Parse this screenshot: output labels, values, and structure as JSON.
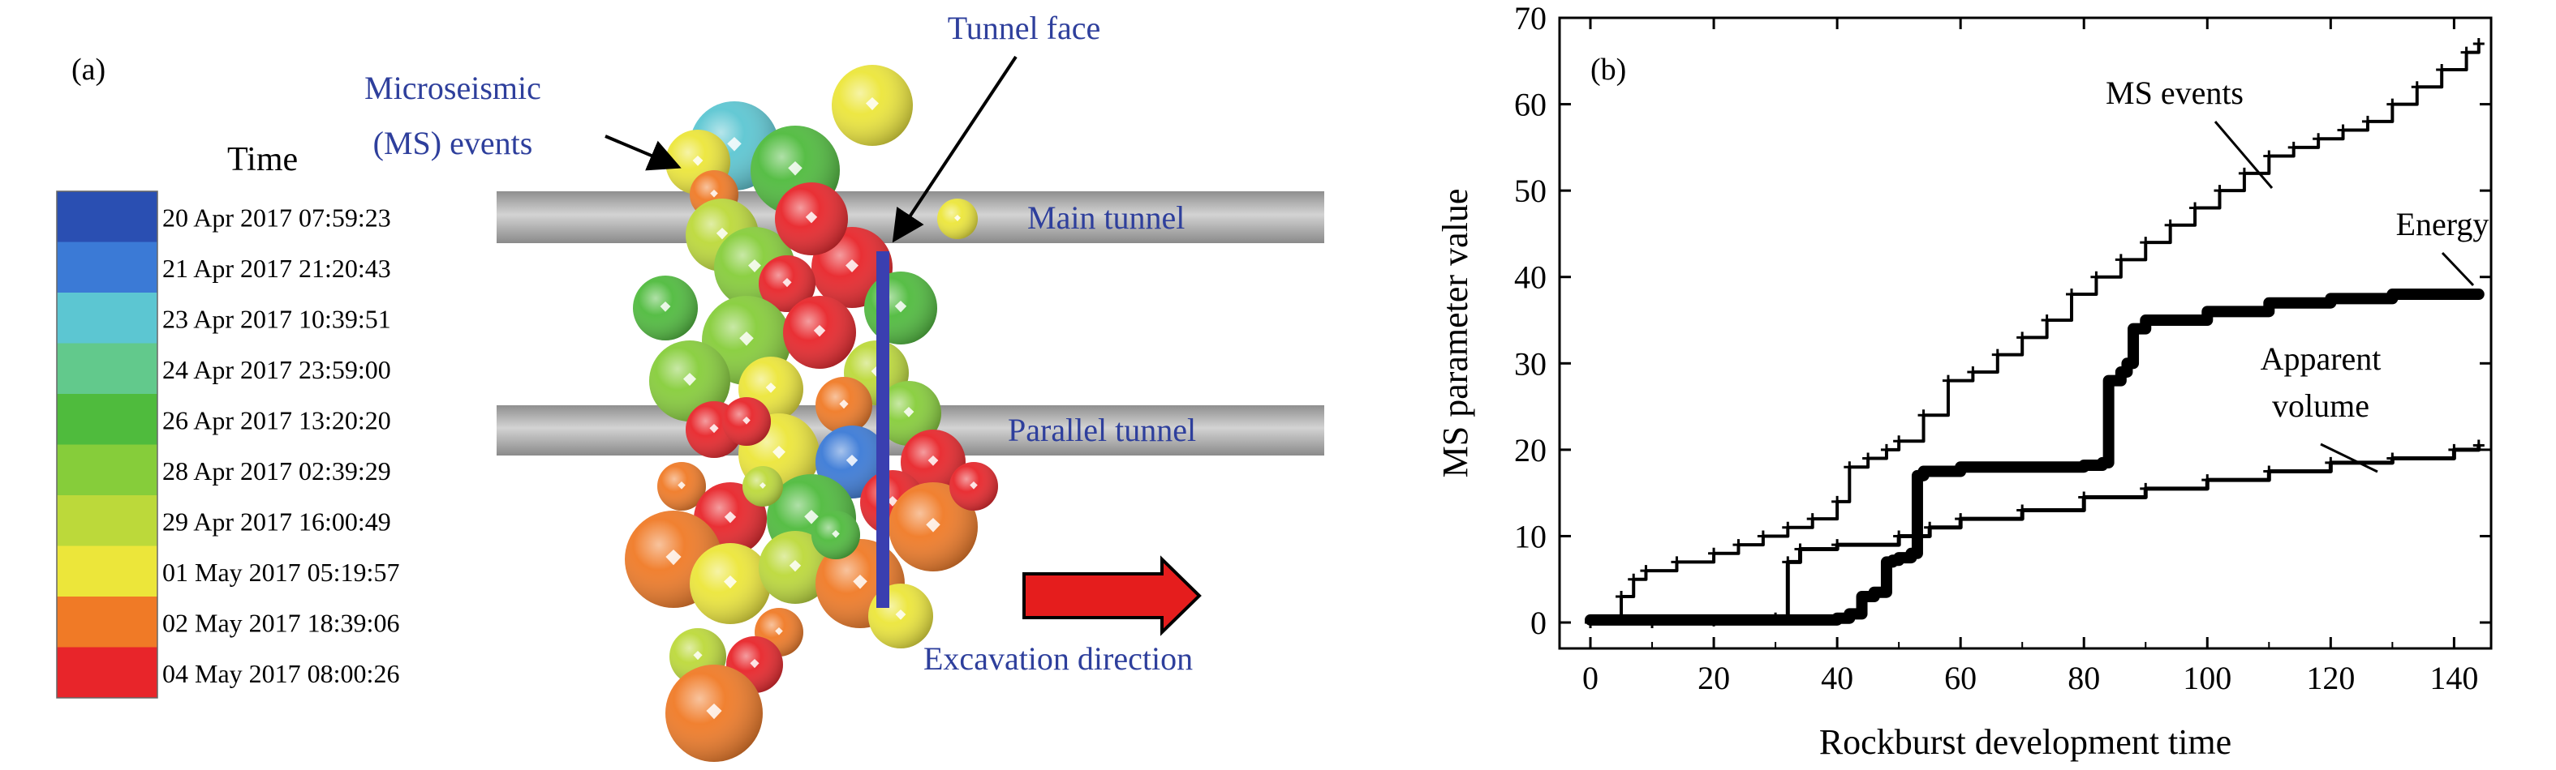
{
  "panel_a": {
    "label": "(a)",
    "legend_title": "Time",
    "legend": [
      {
        "label": "20 Apr 2017 07:59:23",
        "color": "#2a4fb2"
      },
      {
        "label": "21 Apr 2017 21:20:43",
        "color": "#3b7ad6"
      },
      {
        "label": "23 Apr 2017 10:39:51",
        "color": "#5cc6d2"
      },
      {
        "label": "24 Apr 2017 23:59:00",
        "color": "#62c98c"
      },
      {
        "label": "26 Apr 2017 13:20:20",
        "color": "#4fbb3d"
      },
      {
        "label": "28 Apr 2017 02:39:29",
        "color": "#86cd3a"
      },
      {
        "label": "29 Apr 2017 16:00:49",
        "color": "#bcd93a"
      },
      {
        "label": "01 May 2017 05:19:57",
        "color": "#ece63a"
      },
      {
        "label": "02 May 2017 18:39:06",
        "color": "#f07a26"
      },
      {
        "label": "04 May 2017 08:00:26",
        "color": "#e8252a"
      }
    ],
    "annotations": {
      "ms_events": [
        "Microseismic",
        "(MS) events"
      ],
      "tunnel_face": "Tunnel face",
      "main_tunnel": "Main tunnel",
      "parallel_tunnel": "Parallel tunnel",
      "excavation": "Excavation direction"
    },
    "colors": {
      "annotation_text": "#2e3f9c",
      "tunnel": "#a9a9a9",
      "face_line": "#3a3fb0",
      "arrow": "#e51d1d"
    }
  },
  "chart_data": {
    "type": "line",
    "panel_label": "(b)",
    "xlabel": "Rockburst development time",
    "ylabel": "MS parameter value",
    "xlim": [
      -5,
      146
    ],
    "ylim": [
      -3,
      70
    ],
    "xticks": [
      0,
      20,
      40,
      60,
      80,
      100,
      120,
      140
    ],
    "yticks": [
      0,
      10,
      20,
      30,
      40,
      50,
      60,
      70
    ],
    "grid": false,
    "series": [
      {
        "name": "MS events",
        "label_lines": [
          "MS events"
        ],
        "x": [
          0,
          5,
          7,
          9,
          14,
          20,
          24,
          28,
          32,
          36,
          40,
          42,
          45,
          48,
          50,
          54,
          58,
          62,
          66,
          70,
          74,
          78,
          82,
          86,
          90,
          94,
          98,
          102,
          106,
          110,
          114,
          118,
          122,
          126,
          130,
          134,
          138,
          142,
          144
        ],
        "y": [
          0,
          3,
          5,
          6,
          7,
          8,
          9,
          10,
          11,
          12,
          14,
          18,
          19,
          20,
          21,
          24,
          28,
          29,
          31,
          33,
          35,
          38,
          40,
          42,
          44,
          46,
          48,
          50,
          52,
          54,
          55,
          56,
          57,
          58,
          60,
          62,
          64,
          66,
          67
        ]
      },
      {
        "name": "Energy",
        "label_lines": [
          "Energy"
        ],
        "x": [
          0,
          10,
          20,
          30,
          40,
          42,
          44,
          46,
          48,
          49,
          50,
          52,
          53,
          54,
          60,
          70,
          80,
          83,
          84,
          86,
          87,
          88,
          90,
          100,
          110,
          120,
          130,
          140,
          144
        ],
        "y": [
          0.3,
          0.3,
          0.3,
          0.3,
          0.5,
          1,
          3,
          3.5,
          7,
          7.2,
          7.5,
          8,
          17,
          17.5,
          18,
          18,
          18.2,
          18.5,
          28,
          29,
          30,
          34,
          35,
          36,
          37,
          37.5,
          38,
          38,
          38
        ]
      },
      {
        "name": "Apparent volume",
        "label_lines": [
          "Apparent",
          "volume"
        ],
        "x": [
          0,
          10,
          20,
          30,
          32,
          34,
          40,
          50,
          55,
          60,
          70,
          80,
          90,
          100,
          110,
          120,
          130,
          140,
          144
        ],
        "y": [
          0,
          0,
          0.2,
          0.5,
          7,
          8.5,
          9,
          10,
          11,
          12,
          13,
          14.5,
          15.5,
          16.5,
          17.5,
          18.5,
          19,
          20,
          20.5
        ]
      }
    ]
  }
}
